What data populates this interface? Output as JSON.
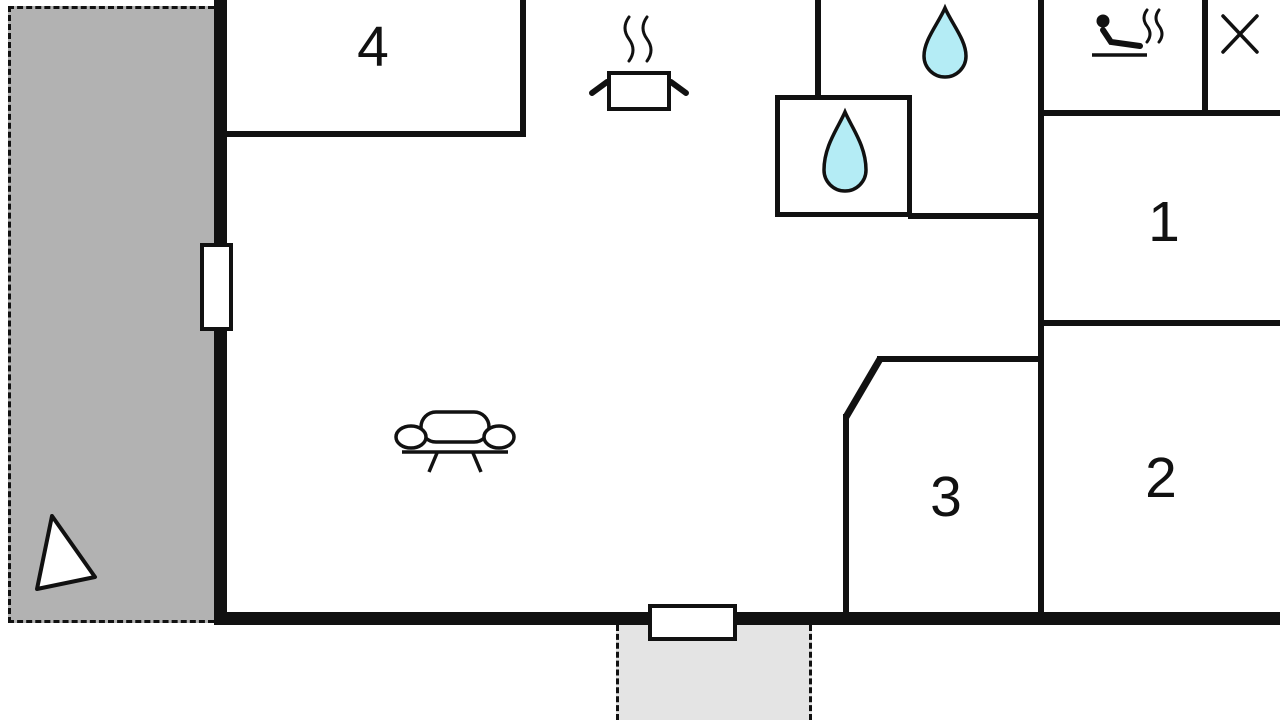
{
  "title": "holiday-home-floor-plan",
  "colors": {
    "wall": "#111111",
    "terrace": "#b2b2b2",
    "porch": "#e4e4e4",
    "water": "#b4ecf5",
    "paper": "#ffffff"
  },
  "rooms": {
    "r1": {
      "label": "1"
    },
    "r2": {
      "label": "2"
    },
    "r3": {
      "label": "3"
    },
    "r4": {
      "label": "4"
    }
  },
  "icons": {
    "stove": "cooking-pot-with-steam",
    "water_upper": "water-drop",
    "water_lower": "water-drop",
    "sauna": "sauna-person-with-steam",
    "cross": "cross-mark",
    "sofa": "sofa",
    "north": "north-arrow",
    "window": "window",
    "door": "door"
  }
}
